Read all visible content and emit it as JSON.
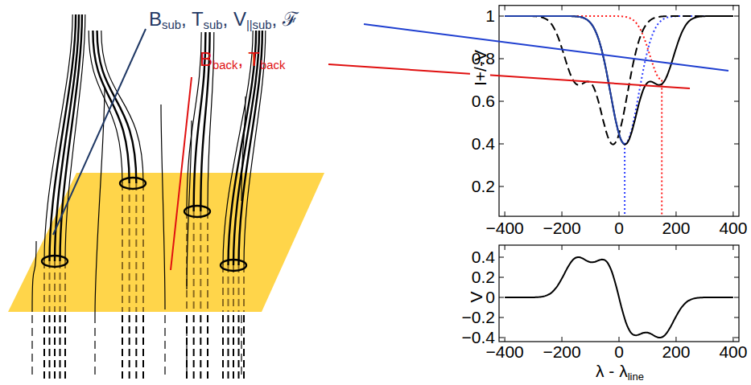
{
  "diagram": {
    "labels": [
      "B",
      "sub",
      ", T",
      "sub",
      ", V",
      "||sub",
      ", ℱ",
      "B",
      "back",
      ", T",
      "back",
      "I+/-V",
      "1",
      "0.8",
      "0.6",
      "0.4",
      "0.2",
      "−400",
      "−200",
      "0",
      "200",
      "400",
      "V",
      "0.4",
      "0.2",
      "0",
      "−0.2",
      "−0.4",
      "−400",
      "−200",
      "0",
      "200",
      "400",
      "λ - λ",
      "line"
    ]
  }
}
